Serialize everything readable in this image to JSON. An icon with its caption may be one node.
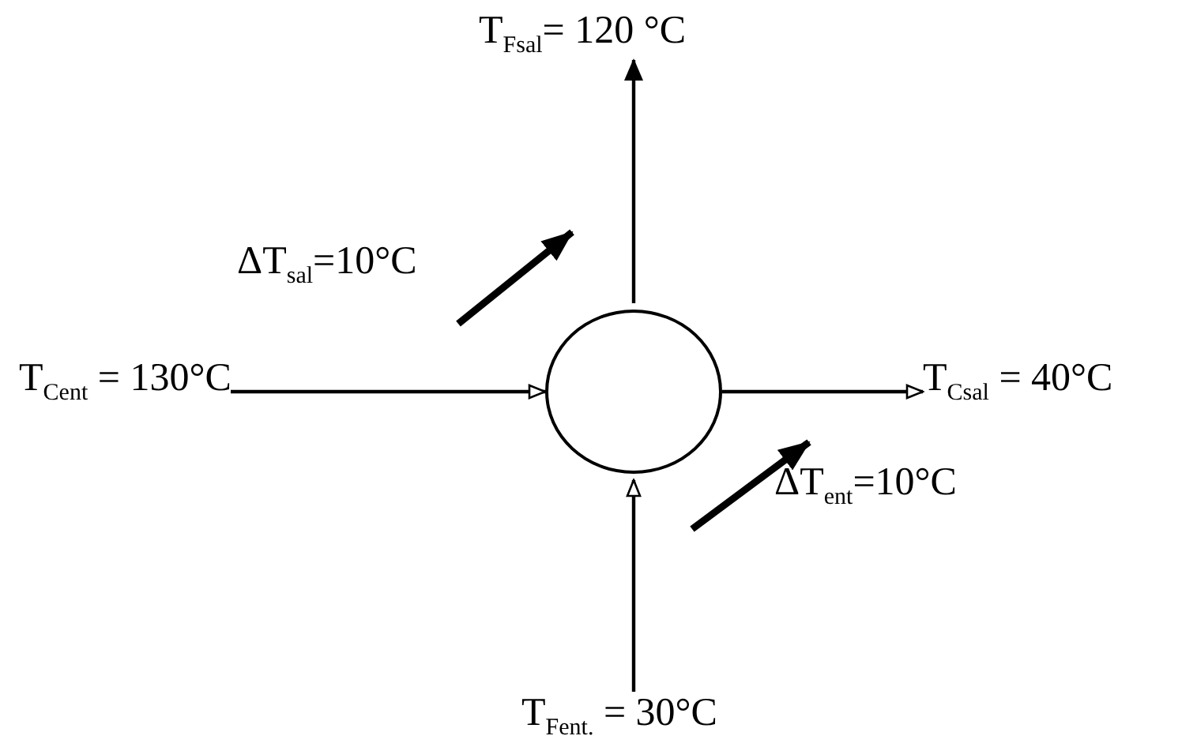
{
  "diagram": {
    "nodes": [
      {
        "text": [
          "T$_{Fsal}$= 120 °C"
        ]
      },
      {
        "text": [
          "T$_{Cent}$ = 130°C"
        ]
      },
      {
        "text": [],
        "shape": "circle"
      },
      {
        "text": [
          "T$_{Csal}$ = 40°C"
        ]
      },
      {
        "text": [
          "T$_{Fent.}$ = 30°C"
        ]
      }
    ],
    "edges": [
      {
        "from": 1,
        "to": 2,
        "arrow": "to"
      },
      {
        "from": 2,
        "to": 3,
        "arrow": "to"
      },
      {
        "from": 4,
        "to": 2,
        "arrow": "to"
      },
      {
        "from": 2,
        "to": 0,
        "arrow": "to"
      }
    ],
    "labels": [
      "ΔT$_{sal}$=10°C",
      "ΔT$_{ent}$=10°C"
    ]
  }
}
